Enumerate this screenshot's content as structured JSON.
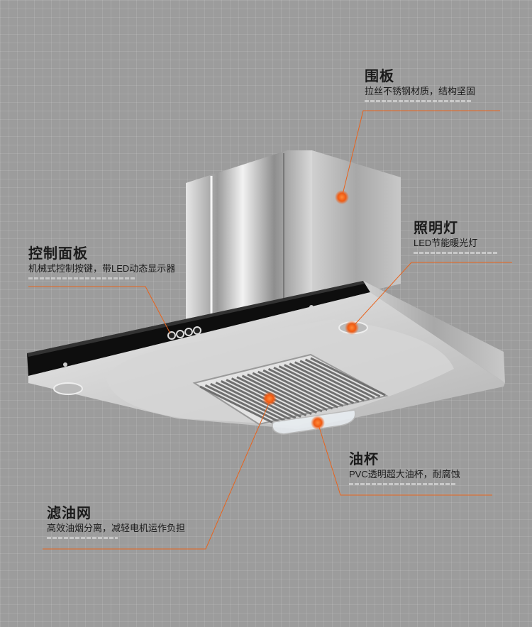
{
  "callouts": {
    "panel": {
      "title": "围板",
      "desc": "拉丝不锈钢材质，结构坚固"
    },
    "light": {
      "title": "照明灯",
      "desc": "LED节能暖光灯"
    },
    "control": {
      "title": "控制面板",
      "desc": "机械式控制按键，带LED动态显示器"
    },
    "oilcup": {
      "title": "油杯",
      "desc": "PVC透明超大油杯，耐腐蚀"
    },
    "filter": {
      "title": "滤油网",
      "desc": "高效油烟分离，减轻电机运作负担"
    }
  },
  "colors": {
    "accent": "#e8631c",
    "background": "#9c9c9c"
  }
}
